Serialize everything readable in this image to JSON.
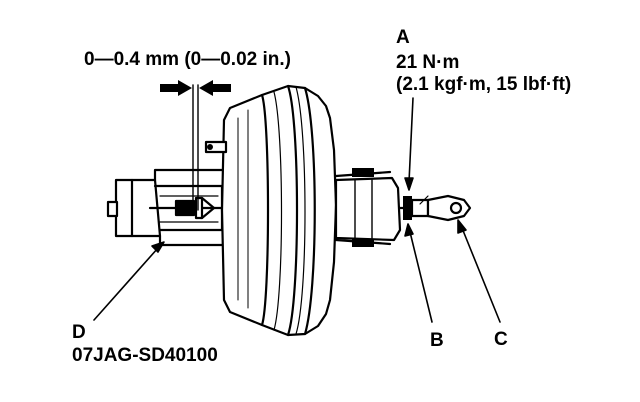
{
  "clearance_spec": "0—0.4 mm (0—0.02 in.)",
  "callout_a": {
    "letter": "A",
    "torque": "21 N·m",
    "torque_alt": "(2.1 kgf·m, 15 lbf·ft)"
  },
  "callout_b": {
    "letter": "B"
  },
  "callout_c": {
    "letter": "C"
  },
  "callout_d": {
    "letter": "D",
    "tool_number": "07JAG-SD40100"
  }
}
